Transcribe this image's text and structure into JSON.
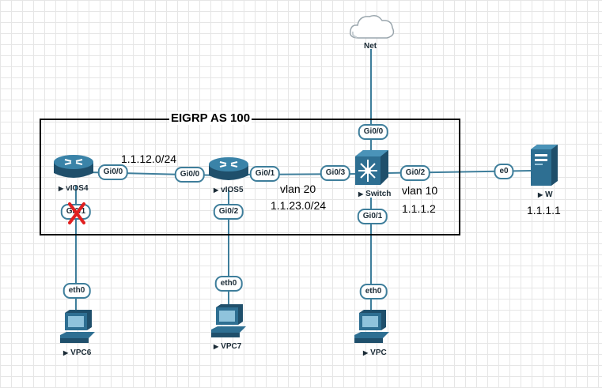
{
  "eigrp_area": {
    "label": "EIGRP AS 100"
  },
  "nodes": {
    "cloud": {
      "label": "Net",
      "icon": "cloud-icon"
    },
    "vios4": {
      "label": "vIOS4",
      "icon": "router-icon"
    },
    "vios5": {
      "label": "vIOS5",
      "icon": "router-icon"
    },
    "switch": {
      "label": "Switch",
      "icon": "switch-icon"
    },
    "server": {
      "label": "W",
      "icon": "server-icon",
      "ip": "1.1.1.1"
    },
    "vpc6": {
      "label": "VPC6",
      "icon": "pc-icon"
    },
    "vpc7": {
      "label": "VPC7",
      "icon": "pc-icon"
    },
    "vpc": {
      "label": "VPC",
      "icon": "pc-icon"
    }
  },
  "interfaces": {
    "vios4_gi00": "Gi0/0",
    "vios4_gi01": "Gi0/1",
    "vios5_gi00": "Gi0/0",
    "vios5_gi01": "Gi0/1",
    "vios5_gi02": "Gi0/2",
    "switch_gi00": "Gi0/0",
    "switch_gi01": "Gi0/1",
    "switch_gi02": "Gi0/2",
    "switch_gi03": "Gi0/3",
    "server_e0": "e0",
    "vpc6_eth0": "eth0",
    "vpc7_eth0": "eth0",
    "vpc_eth0": "eth0"
  },
  "link_labels": {
    "subnet_4_5": "1.1.12.0/24",
    "vlan20": "vlan 20",
    "subnet_5_sw": "1.1.23.0/24",
    "vlan10": "vlan 10",
    "switch_ip": "1.1.1.2"
  },
  "colors": {
    "link": "#3e7e9b",
    "device_blue": "#2e6f92",
    "device_dark": "#1f4f6b",
    "fail_mark": "#e02020"
  }
}
